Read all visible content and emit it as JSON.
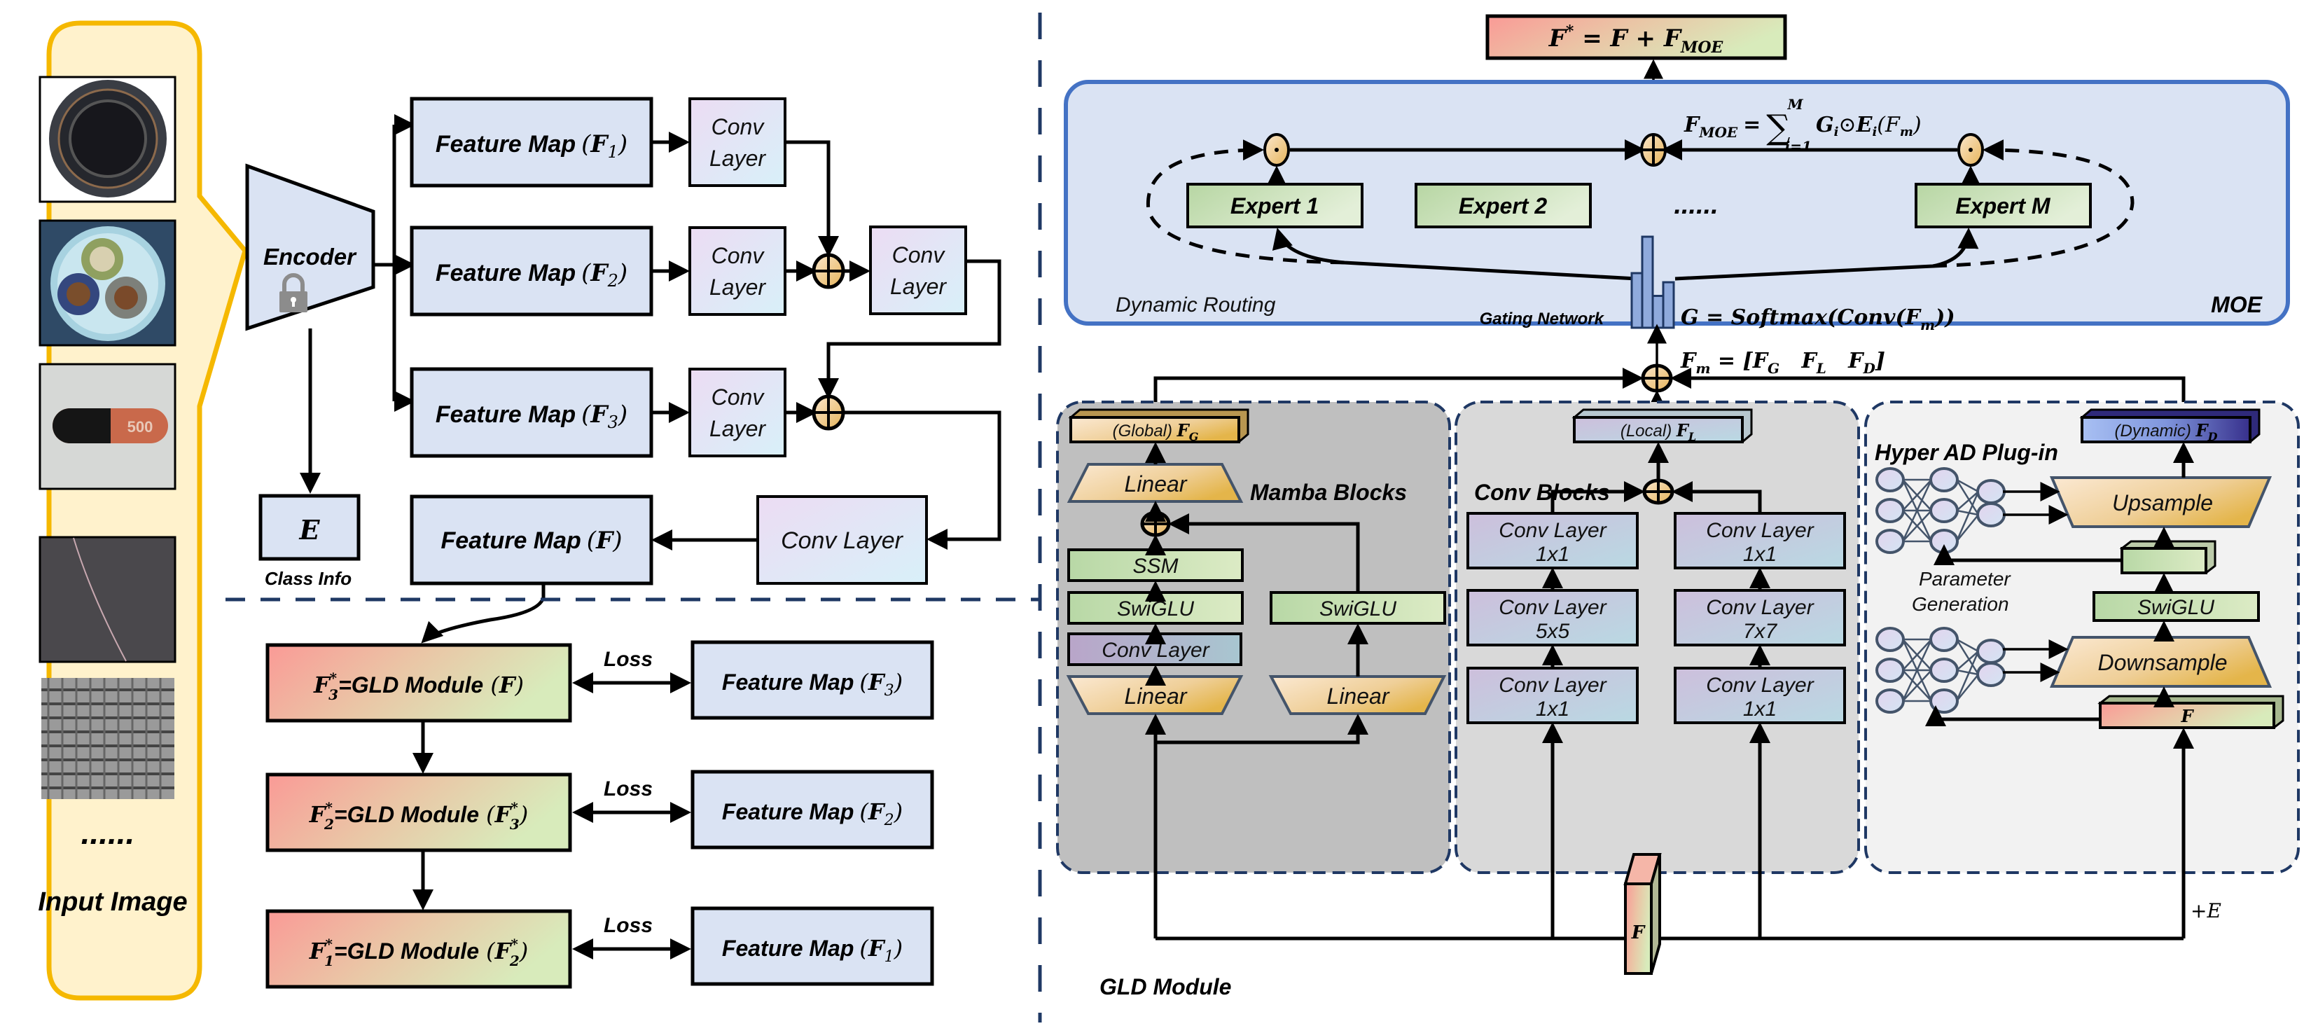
{
  "colors": {
    "feature_blue": "#dae3f3",
    "conv_purple_start": "#ead9f2",
    "conv_purple_end": "#d9eef8",
    "gld_red": "#fa9a96",
    "gld_green": "#dcebbd",
    "input_panel_bg": "#fff2cc",
    "input_panel_border": "#f5b800",
    "moe_bg": "#dae3f3",
    "moe_border": "#4472c4",
    "expert_green_start": "#b9d8a5",
    "expert_green_end": "#e2efd9",
    "divider": "#1f3864",
    "mamba_bg": "#bfbfbf",
    "conv_block_bg": "#d9d9d9",
    "hyper_bg": "#f2f2f2",
    "linear_start": "#f8e7d0",
    "linear_end": "#e7b84f",
    "plus_node": "#f0c27b",
    "dynamic_start": "#a6bef2",
    "dynamic_end": "#3a3390"
  },
  "input": {
    "title": "Input Image",
    "ellipsis": "......",
    "images": [
      "bottle-defect",
      "cable-defect",
      "capsule-defect",
      "carpet-defect",
      "grid-defect"
    ],
    "capsule_print": "500"
  },
  "encoder": {
    "label": "Encoder",
    "lock_icon": "lock-icon"
  },
  "class_info": {
    "symbol": "E",
    "caption": "Class Info"
  },
  "feature_maps": [
    {
      "label": "Feature Map",
      "sym": "F",
      "sub": "1"
    },
    {
      "label": "Feature Map",
      "sym": "F",
      "sub": "2"
    },
    {
      "label": "Feature Map",
      "sym": "F",
      "sub": "3"
    }
  ],
  "conv_layer_small": {
    "line1": "Conv",
    "line2": "Layer"
  },
  "conv_layer_wide": "Conv Layer",
  "feature_map_f": {
    "label": "Feature Map",
    "sym": "F"
  },
  "gld_chain": [
    {
      "lhs_sym": "F",
      "lhs_sup": "*",
      "lhs_sub": "3",
      "mid": "=GLD Module",
      "arg_sym": "F",
      "arg_sup": "",
      "arg_sub": "",
      "loss": "Loss",
      "target_label": "Feature Map",
      "target_sym": "F",
      "target_sub": "3"
    },
    {
      "lhs_sym": "F",
      "lhs_sup": "*",
      "lhs_sub": "2",
      "mid": "=GLD Module",
      "arg_sym": "F",
      "arg_sup": "*",
      "arg_sub": "3",
      "loss": "Loss",
      "target_label": "Feature Map",
      "target_sym": "F",
      "target_sub": "2"
    },
    {
      "lhs_sym": "F",
      "lhs_sup": "*",
      "lhs_sub": "1",
      "mid": "=GLD Module",
      "arg_sym": "F",
      "arg_sup": "*",
      "arg_sub": "2",
      "loss": "Loss",
      "target_label": "Feature Map",
      "target_sym": "F",
      "target_sub": "1"
    }
  ],
  "moe": {
    "output_formula": {
      "lhs": "F",
      "sup": "*",
      "eq": " = F + F",
      "sub": "MOE"
    },
    "sum_formula": {
      "lhs": "F",
      "lhs_sub": "MOE",
      "eq": "=",
      "sigma": "∑",
      "upper": "M",
      "lower": "i=1",
      "body": "G",
      "body_sub": "i",
      "odot": "⊙",
      "e": "E",
      "e_sub": "i",
      "arg": "(F",
      "arg_sub": "m",
      "close": ")"
    },
    "experts": [
      "Expert 1",
      "Expert 2",
      "Expert M"
    ],
    "ellipsis": "......",
    "dynamic_routing": "Dynamic Routing",
    "gating_network": "Gating Network",
    "gating_formula": {
      "lhs": "G = Softmax(Conv(F",
      "sub": "m",
      "close": "))"
    },
    "title": "MOE",
    "gate_bars": [
      0.6,
      1.0,
      0.35,
      0.5
    ]
  },
  "fm_concat": {
    "lhs": "F",
    "lhs_sub": "m",
    "eq": " = [F",
    "g_sub": "G",
    "l": "   F",
    "l_sub": "L",
    "d": "   F",
    "d_sub": "D",
    "close": "]"
  },
  "mamba": {
    "title": "Mamba Blocks",
    "output": {
      "prefix": "(Global) ",
      "sym": "F",
      "sub": "G"
    },
    "linear_top": "Linear",
    "ssm": "SSM",
    "swiglu_left": "SwiGLU",
    "conv_layer": "Conv Layer",
    "linear_left": "Linear",
    "swiglu_right": "SwiGLU",
    "linear_right": "Linear"
  },
  "conv_blocks": {
    "title": "Conv Blocks",
    "output": {
      "prefix": "(Local) ",
      "sym": "F",
      "sub": "L"
    },
    "left": [
      {
        "l1": "Conv Layer",
        "l2": "1x1"
      },
      {
        "l1": "Conv Layer",
        "l2": "5x5"
      },
      {
        "l1": "Conv Layer",
        "l2": "1x1"
      }
    ],
    "right": [
      {
        "l1": "Conv Layer",
        "l2": "1x1"
      },
      {
        "l1": "Conv Layer",
        "l2": "7x7"
      },
      {
        "l1": "Conv Layer",
        "l2": "1x1"
      }
    ]
  },
  "hyper": {
    "title": "Hyper AD Plug-in",
    "output": {
      "prefix": "(Dynamic) ",
      "sym": "F",
      "sub": "D"
    },
    "upsample": "Upsample",
    "swiglu": "SwiGLU",
    "downsample": "Downsample",
    "param_gen_1": "Parameter",
    "param_gen_2": "Generation",
    "input_sym": "F"
  },
  "gld_input": {
    "sym": "F",
    "plus_e": "+E"
  },
  "gld_module_title": "GLD Module"
}
